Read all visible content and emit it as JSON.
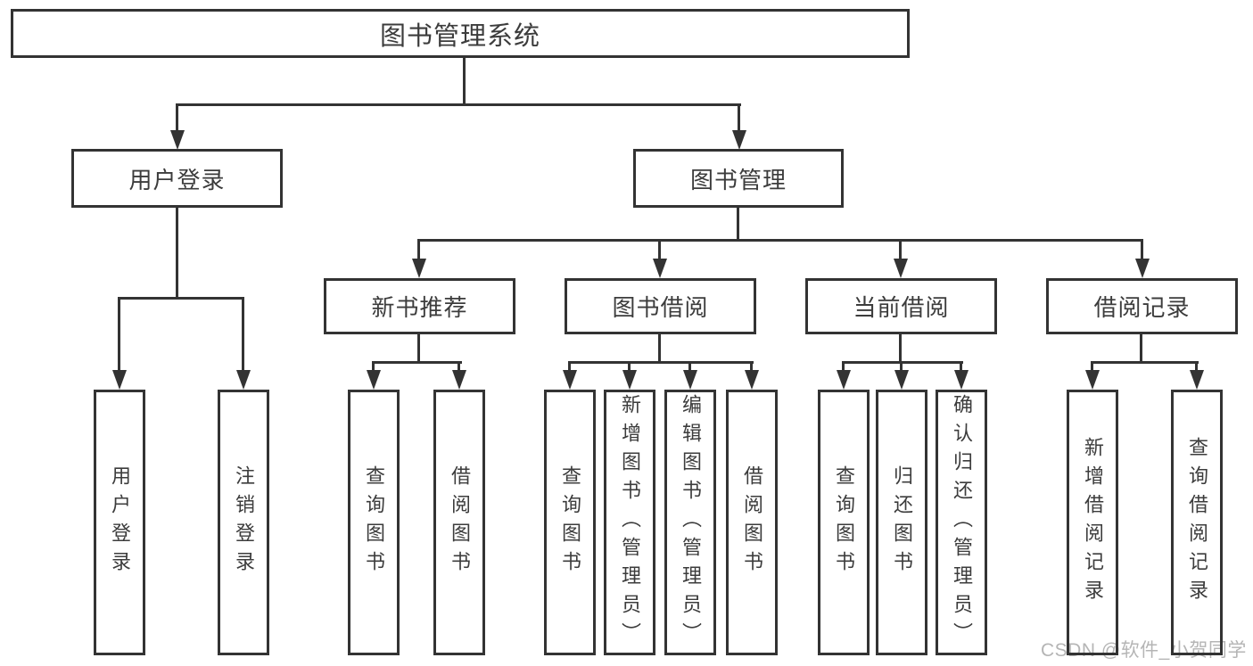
{
  "tree": {
    "label": "图书管理系统",
    "children": [
      {
        "label": "用户登录",
        "children": [
          {
            "label": "用户登录"
          },
          {
            "label": "注销登录"
          }
        ]
      },
      {
        "label": "图书管理",
        "children": [
          {
            "label": "新书推荐",
            "children": [
              {
                "label": "查询图书"
              },
              {
                "label": "借阅图书"
              }
            ]
          },
          {
            "label": "图书借阅",
            "children": [
              {
                "label": "查询图书"
              },
              {
                "label": "新增图书（管理员）"
              },
              {
                "label": "编辑图书（管理员）"
              },
              {
                "label": "借阅图书"
              }
            ]
          },
          {
            "label": "当前借阅",
            "children": [
              {
                "label": "查询图书"
              },
              {
                "label": "归还图书"
              },
              {
                "label": "确认归还（管理员）"
              }
            ]
          },
          {
            "label": "借阅记录",
            "children": [
              {
                "label": "新增借阅记录"
              },
              {
                "label": "查询借阅记录"
              }
            ]
          }
        ]
      }
    ]
  },
  "watermark": "CSDN @软件_小贺同学",
  "colors": {
    "line": "#333333",
    "text": "#3c3c3c",
    "box_background": "#ffffff",
    "page_background": "#ffffff",
    "watermark": "#b5b5b5"
  }
}
